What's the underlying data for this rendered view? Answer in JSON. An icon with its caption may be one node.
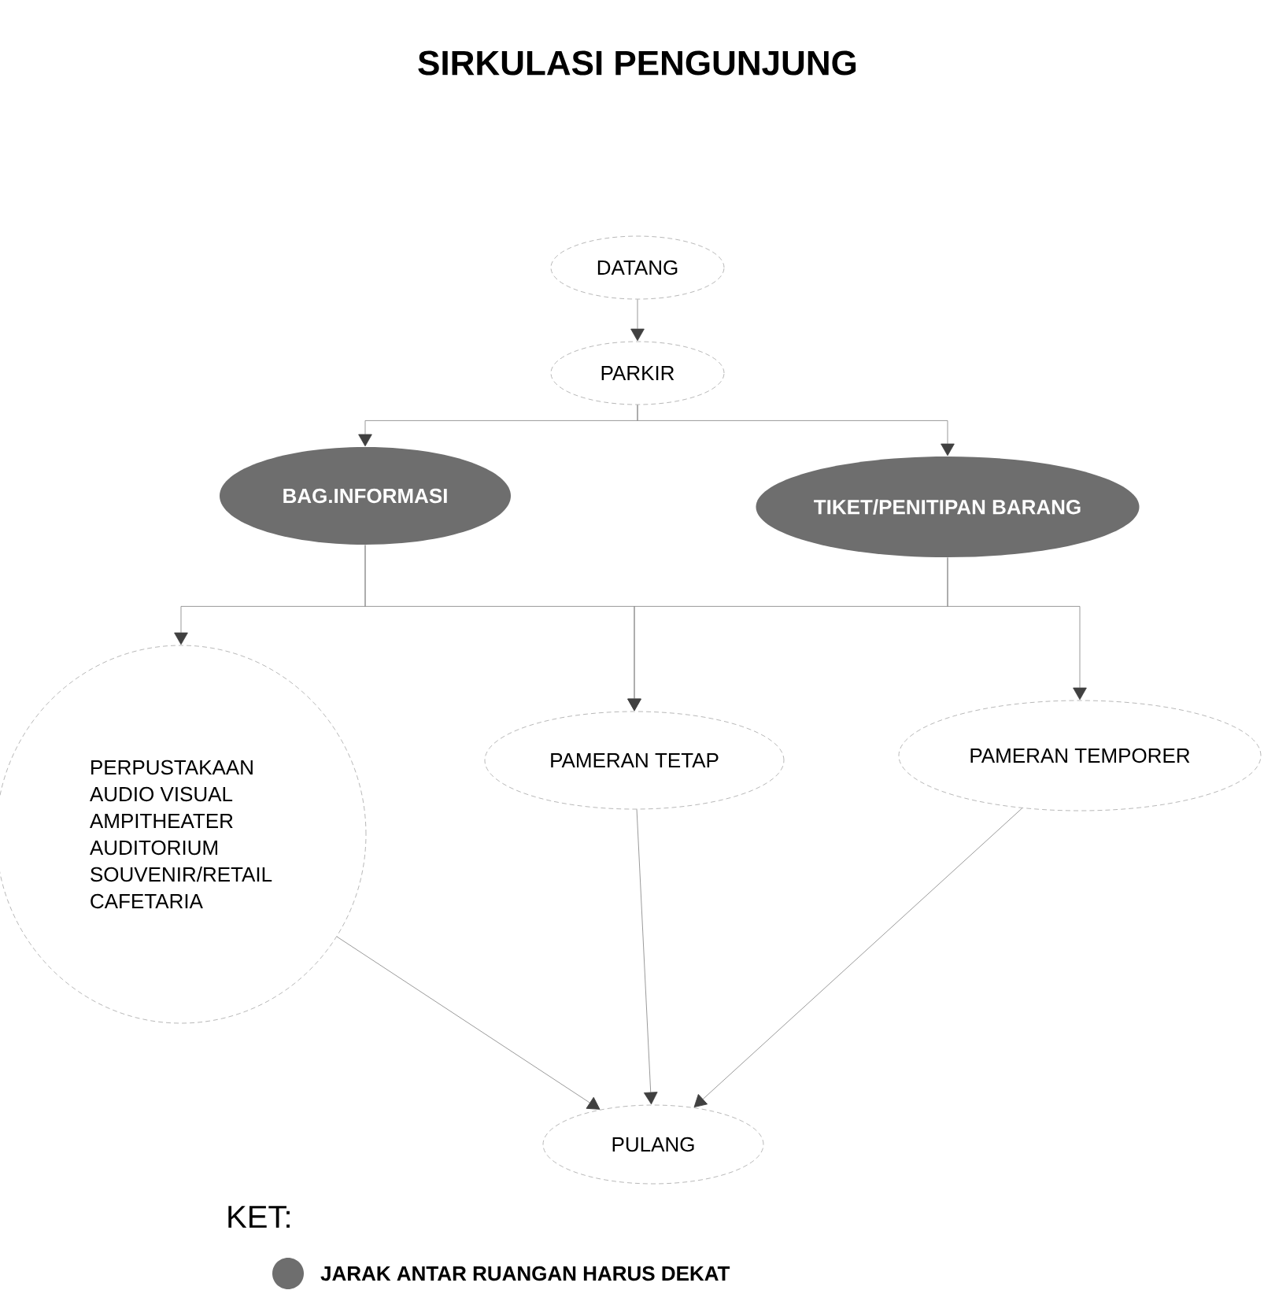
{
  "diagram": {
    "title": "SIRKULASI PENGUNJUNG",
    "nodes": [
      {
        "text": [
          "DATANG"
        ]
      },
      {
        "text": [
          "PARKIR"
        ]
      },
      {
        "text": [
          "BAG.INFORMASI"
        ]
      },
      {
        "text": [
          "TIKET/PENITIPAN BARANG"
        ]
      },
      {
        "text": [
          "PERPUSTAKAAN",
          "AUDIO VISUAL",
          "AMPITHEATER",
          "AUDITORIUM",
          "SOUVENIR/RETAIL",
          "CAFETARIA"
        ]
      },
      {
        "text": [
          "PAMERAN TETAP"
        ]
      },
      {
        "text": [
          "PAMERAN TEMPORER"
        ]
      },
      {
        "text": [
          "PULANG"
        ]
      }
    ],
    "edges": [
      {
        "from": 0,
        "to": 1,
        "arrow": "to"
      },
      {
        "from": 1,
        "to": 2,
        "arrow": "to"
      },
      {
        "from": 1,
        "to": 3,
        "arrow": "to"
      },
      {
        "from": 2,
        "to": 4,
        "arrow": "to"
      },
      {
        "from": 2,
        "to": 5,
        "arrow": "to"
      },
      {
        "from": 3,
        "to": 5,
        "arrow": "to"
      },
      {
        "from": 3,
        "to": 6,
        "arrow": "to"
      },
      {
        "from": 4,
        "to": 7,
        "arrow": "to"
      },
      {
        "from": 5,
        "to": 7,
        "arrow": "to"
      },
      {
        "from": 6,
        "to": 7,
        "arrow": "to"
      }
    ],
    "labels": [
      "KET:"
    ],
    "legend": [
      {
        "text": "JARAK ANTAR RUANGAN HARUS DEKAT",
        "color": "#6e6e6e"
      }
    ]
  }
}
